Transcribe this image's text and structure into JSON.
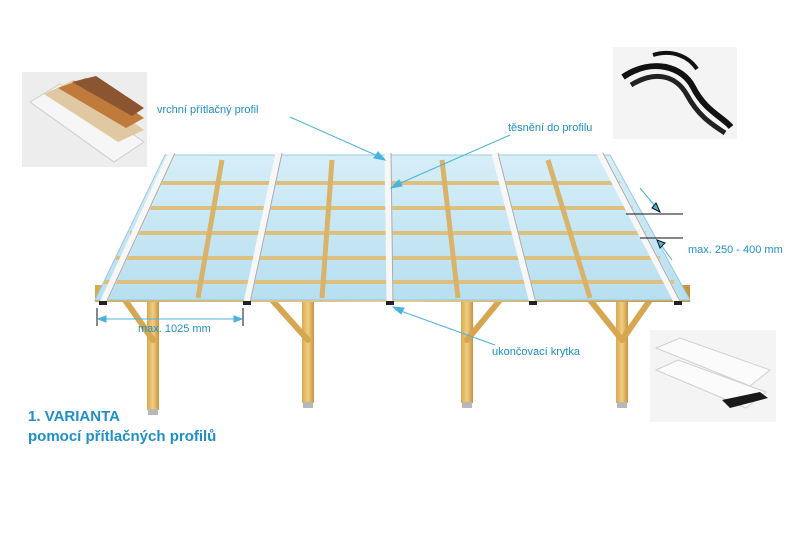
{
  "labels": {
    "top_profile": "vrchní přítlačný profil",
    "gasket": "těsnění do profilu",
    "spacing": "max. 250 - 400 mm",
    "width": "max. 1025 mm",
    "end_cap": "ukončovací krytka"
  },
  "title": {
    "line1": "1. VARIANTA",
    "line2": "pomocí přítlačných profilů"
  },
  "photos": [
    {
      "name": "colored-profiles-photo"
    },
    {
      "name": "black-gasket-photo"
    },
    {
      "name": "end-caps-photo"
    }
  ],
  "colors": {
    "accent": "#1f8fc6",
    "glass": "#bfe3f3",
    "wood": "#e2b866",
    "profile": "#f4f4f4"
  }
}
